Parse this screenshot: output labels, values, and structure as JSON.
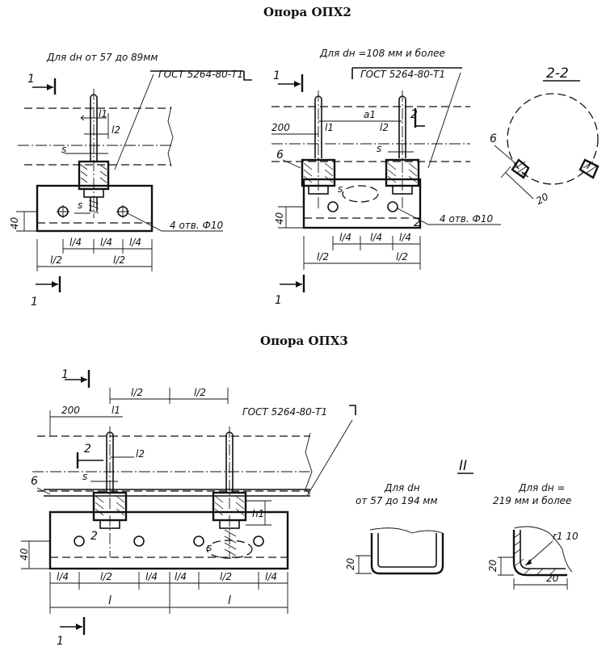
{
  "titles": {
    "opx2": "Опора ОПХ2",
    "opx3": "Опора ОПХ3"
  },
  "opx2_left": {
    "range_label": "Для dн от 57 до 89мм",
    "gost": "ГОСТ 5264-80-Т1",
    "section_mark": "1",
    "l1": "l1",
    "l2": "l2",
    "s": "s",
    "s2": "s",
    "height": "40",
    "holes": "4 отв. Ф10",
    "l4_a": "l/4",
    "l4_b": "l/4",
    "l4_c": "l/4",
    "l2_a": "l/2",
    "l2_b": "l/2"
  },
  "opx2_right": {
    "range_label": "Для dн =108 мм и более",
    "gost": "ГОСТ 5264-80-Т1",
    "section_mark": "1",
    "dim_200": "200",
    "a1": "a1",
    "l1": "l1",
    "l2": "l2",
    "s": "s",
    "s2": "s",
    "part6": "6",
    "height": "40",
    "holes": "4 отв. Ф10",
    "mark2": "2",
    "mark2b": "2",
    "l4_a": "l/4",
    "l4_b": "l/4",
    "l4_c": "l/4",
    "l2_a": "l/2",
    "l2_b": "l/2"
  },
  "section_22": {
    "label": "2-2",
    "part6": "6",
    "dim20": "20"
  },
  "opx3": {
    "section_mark": "1",
    "dim_200": "200",
    "l2_top_a": "l/2",
    "l2_top_b": "l/2",
    "gost": "ГОСТ 5264-80-Т1",
    "l1": "l1",
    "l2": "l2",
    "s": "s",
    "s2": "s",
    "h1": "h1",
    "part6": "6",
    "mark2": "2",
    "mark2b": "2",
    "height": "40",
    "bottom": [
      "l/4",
      "l/2",
      "l/4",
      "l/4",
      "l/2",
      "l/4"
    ],
    "l_a": "l",
    "l_b": "l"
  },
  "detail_II": {
    "label": "II",
    "left_title_1": "Для dн",
    "left_title_2": "от 57 до 194 мм",
    "right_title_1": "Для dн =",
    "right_title_2": "219 мм и более",
    "dim20_left": "20",
    "dim20_right_v": "20",
    "dim20_right_h": "20",
    "r": "r1 10"
  }
}
